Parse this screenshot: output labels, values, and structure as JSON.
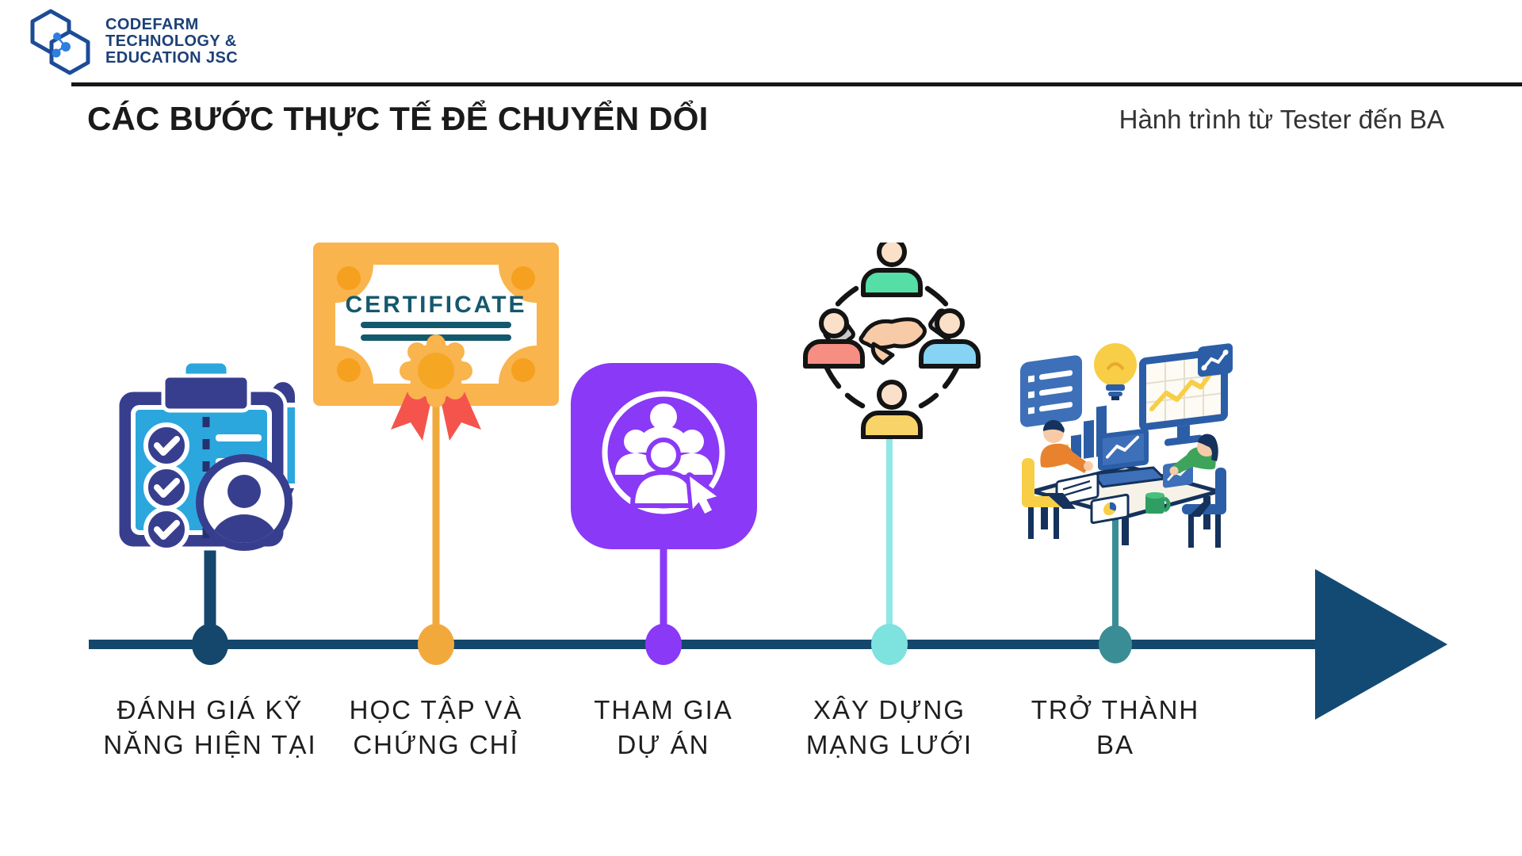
{
  "logo": {
    "line1": "CODEFARM",
    "line2": "TECHNOLOGY &",
    "line3": "EDUCATION JSC"
  },
  "header": {
    "title": "CÁC BƯỚC THỰC TẾ ĐỂ CHUYỂN DỔI",
    "subtitle": "Hành trình từ Tester đến BA"
  },
  "certificate": {
    "label": "CERTIFICATE"
  },
  "steps": [
    {
      "id": 1,
      "label_line1": "ĐÁNH GIÁ KỸ",
      "label_line2": "NĂNG HIỆN TẠI",
      "accent": "#14476B",
      "icon": "clipboard-assessment-icon"
    },
    {
      "id": 2,
      "label_line1": "HỌC TẬP VÀ",
      "label_line2": "CHỨNG CHỈ",
      "accent": "#F2A93C",
      "icon": "certificate-icon"
    },
    {
      "id": 3,
      "label_line1": "THAM GIA",
      "label_line2": "DỰ ÁN",
      "accent": "#8A39F6",
      "icon": "project-group-icon"
    },
    {
      "id": 4,
      "label_line1": "XÂY DỰNG",
      "label_line2": "MẠNG LƯỚI",
      "accent": "#7EE2DF",
      "icon": "network-icon"
    },
    {
      "id": 5,
      "label_line1": "TRỞ THÀNH",
      "label_line2": "BA",
      "accent": "#3B8D95",
      "icon": "ba-workspace-icon"
    }
  ],
  "colors": {
    "timeline": "#14476B",
    "arrow": "#134A74",
    "logo_blue": "#1C4077",
    "clipboard_navy": "#383E8E",
    "clipboard_blue": "#2BA7DE",
    "cert_frame": "#F9B44D",
    "cert_corner": "#F5A01F",
    "cert_teal": "#14586E",
    "cert_ribbon": "#F4544C",
    "purple": "#8A39F6",
    "cyan_line": "#8FE8E5",
    "teal": "#3B8D95"
  }
}
